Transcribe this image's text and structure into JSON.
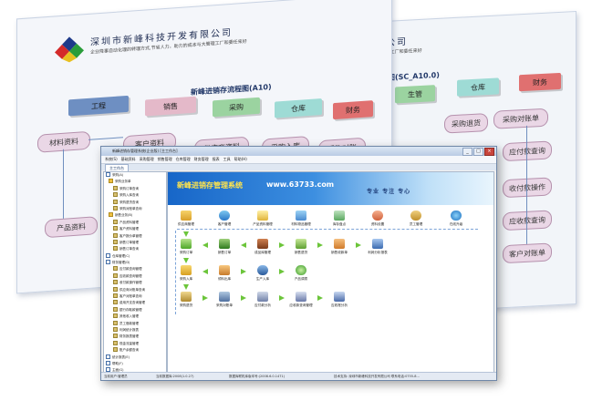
{
  "company_name": "深圳市新峰科技开发有限公司",
  "slogan_left": "企业降事自动化理的转理方式,节省人力，助力的成本与大管理工厂和委任来好",
  "slogan_right": "企业降事自动化理的转理方式,节省人力，助力的成本与大管理工厂和委任来好",
  "left_sheet": {
    "title": "新峰进销存流程图(A10)",
    "modules": [
      "工程",
      "销售",
      "采购",
      "仓库",
      "财务"
    ],
    "nodes": [
      "材料资料",
      "客户资料",
      "产品资料",
      "供应商资料",
      "采购入库",
      "采购对账"
    ]
  },
  "right_sheet": {
    "title": "流程图(SC_A10.0)",
    "modules": [
      "生管",
      "仓库",
      "财务"
    ],
    "nodes": [
      "采购退货",
      "采购对账单",
      "应付款查询",
      "收付款操作",
      "应收款查询",
      "客户对账单"
    ]
  },
  "window": {
    "title": "新峰进销存管理系统(企业版)    [主工作台]",
    "controls": [
      "_",
      "□",
      "×"
    ],
    "menu": [
      "系统(S)",
      "基础资料",
      "采购管理",
      "销售管理",
      "仓库管理",
      "财务管理",
      "报表",
      "工具",
      "帮助(H)"
    ],
    "tab": "主工作台",
    "sidebar": [
      {
        "kind": "hdr",
        "label": "采购(A)"
      },
      {
        "kind": "grp",
        "label": "采购业务单"
      },
      {
        "kind": "item",
        "label": "采购订单查询"
      },
      {
        "kind": "item",
        "label": "采购入库查询"
      },
      {
        "kind": "item",
        "label": "采购退货查询"
      },
      {
        "kind": "item",
        "label": "采购对账单查询"
      },
      {
        "kind": "grp",
        "label": "销售业务(B)"
      },
      {
        "kind": "item",
        "label": "产品资料管理"
      },
      {
        "kind": "item",
        "label": "客户资料管理"
      },
      {
        "kind": "item",
        "label": "客户报价单管理"
      },
      {
        "kind": "item",
        "label": "销售订单管理"
      },
      {
        "kind": "item",
        "label": "销售订单查询"
      },
      {
        "kind": "hdr",
        "label": "仓库管理(C)"
      },
      {
        "kind": "hdr",
        "label": "财务管理(D)"
      },
      {
        "kind": "item",
        "label": "应付款查询管理"
      },
      {
        "kind": "item",
        "label": "应收款查询管理"
      },
      {
        "kind": "item",
        "label": "收付款操作管理"
      },
      {
        "kind": "item",
        "label": "供应商对账单查询"
      },
      {
        "kind": "item",
        "label": "客户对账单查询"
      },
      {
        "kind": "item",
        "label": "费用开支查询管理"
      },
      {
        "kind": "item",
        "label": "银行存取款管理"
      },
      {
        "kind": "item",
        "label": "其他收入管理"
      },
      {
        "kind": "item",
        "label": "员工借款管理"
      },
      {
        "kind": "item",
        "label": "利润统计报表"
      },
      {
        "kind": "item",
        "label": "财务报表管理"
      },
      {
        "kind": "item",
        "label": "现金流量管理"
      },
      {
        "kind": "item",
        "label": "账户余额查询"
      },
      {
        "kind": "hdr",
        "label": "统计报表(E)"
      },
      {
        "kind": "hdr",
        "label": "帮助(F)"
      },
      {
        "kind": "hdr",
        "label": "主面(G)"
      }
    ],
    "banner": {
      "title": "新峰进销存管理系统",
      "url": "www.63733.com",
      "motto": "专业  专注  专心"
    },
    "top_icons": [
      "供应商管理",
      "客户管理",
      "产品资料管理",
      "材料物品管理",
      "库存盘点",
      "资料设置",
      "员工管理",
      "在线升级"
    ],
    "row1": [
      "采购订单",
      "销售订单",
      "成品库管理",
      "销售退货",
      "销售收款单",
      "利润分析报表"
    ],
    "row2": [
      "采购入库",
      "领料出库",
      "生产入库",
      "产品调拨"
    ],
    "row3": [
      "采购退货",
      "采购对账单",
      "应付款分析",
      "应收款查询管理",
      "应收账分析"
    ],
    "status": [
      "当前用户:管理员",
      "当前数据库:2008(1.0.27)",
      "数据库联机库版本号:(2008.6.0.1471)",
      "技术支持: 深圳市新峰科技开发有限公司  联系电话:0755-8..."
    ]
  },
  "colors": {
    "module_blue": "#6e8fc2",
    "module_pink": "#e4b9c9",
    "module_green": "#9bd3a0",
    "module_aqua": "#9edbd5",
    "module_red": "#e07070",
    "node_pink": "#ead7e6",
    "banner_blue": "#1766c8",
    "arrow_green": "#6cc53a"
  }
}
